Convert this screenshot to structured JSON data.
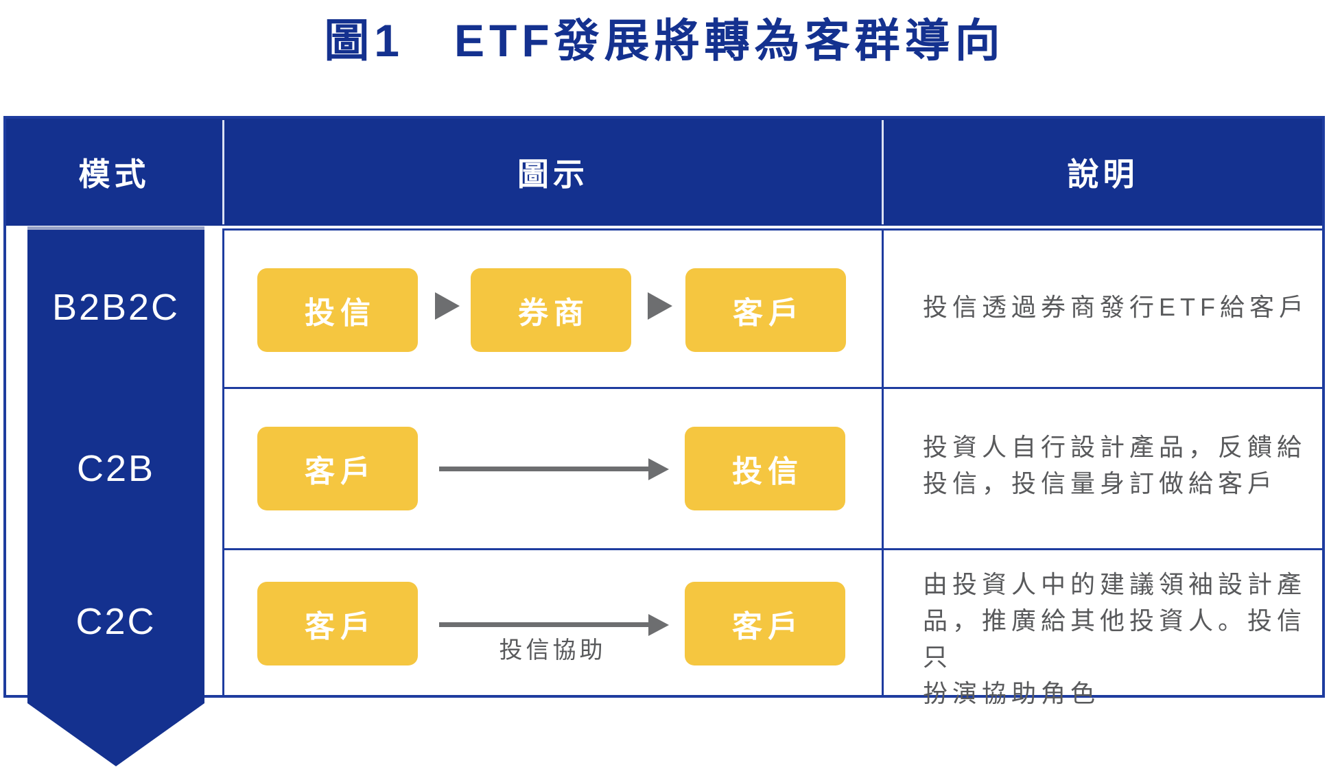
{
  "title": "圖1　ETF發展將轉為客群導向",
  "colors": {
    "brand_blue": "#14318F",
    "border_blue": "#1E3C9F",
    "node_yellow": "#F5C640",
    "text_gray": "#58595B",
    "arrow_gray": "#6D6E70",
    "banner_highlight": "#98A3C8"
  },
  "table": {
    "headers": {
      "mode": "模式",
      "diagram": "圖示",
      "description": "說明"
    },
    "rows": [
      {
        "mode": "B2B2C",
        "nodes": [
          "投信",
          "券商",
          "客戶"
        ],
        "arrow_label": "",
        "description_lines": [
          "投信透過券商發行ETF給客戶"
        ]
      },
      {
        "mode": "C2B",
        "nodes": [
          "客戶",
          "投信"
        ],
        "arrow_label": "",
        "description_lines": [
          "投資人自行設計產品，反饋給",
          "投信，投信量身訂做給客戶"
        ]
      },
      {
        "mode": "C2C",
        "nodes": [
          "客戶",
          "客戶"
        ],
        "arrow_label": "投信協助",
        "description_lines": [
          "由投資人中的建議領袖設計產",
          "品，推廣給其他投資人。投信只",
          "扮演協助角色"
        ]
      }
    ]
  }
}
